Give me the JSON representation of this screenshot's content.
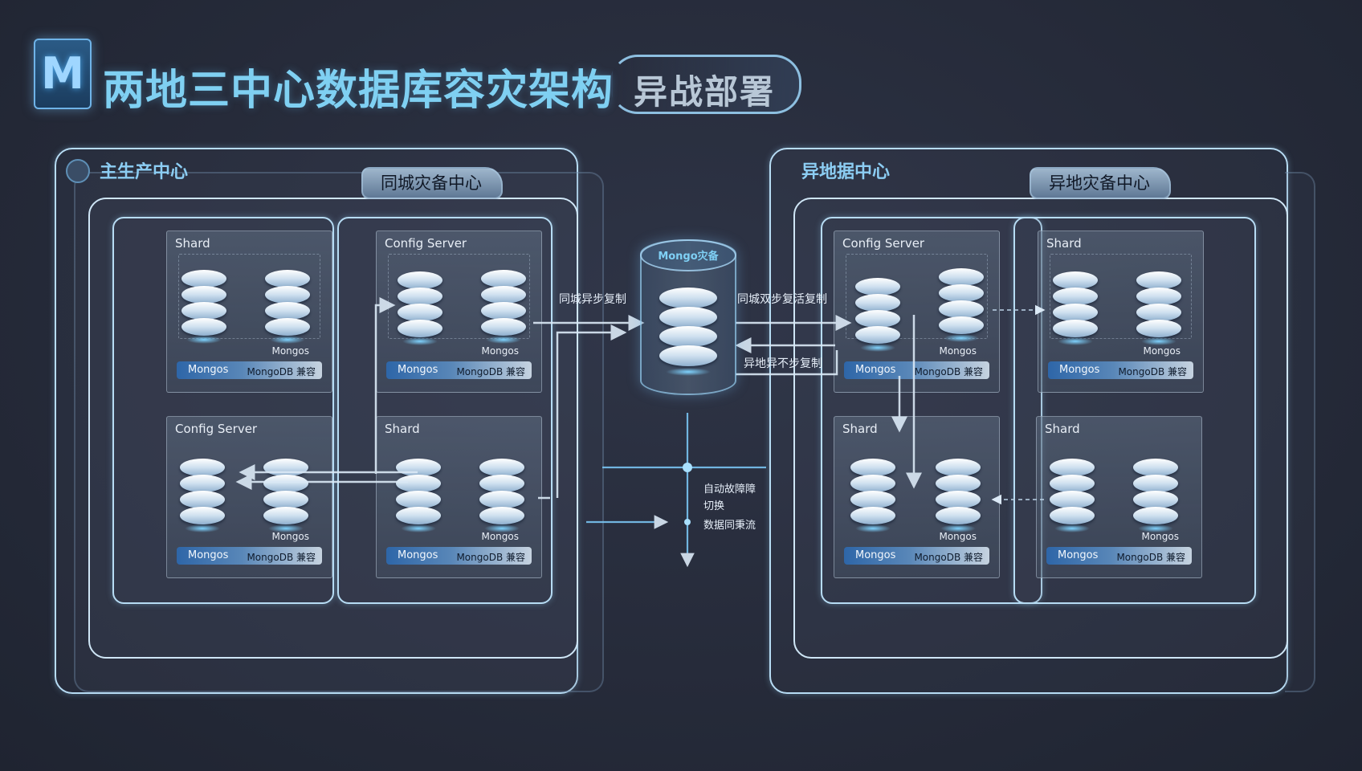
{
  "header": {
    "logo_letter": "M",
    "title": "两地三中心数据库容灾架构",
    "tag": "异战部署"
  },
  "left_site": {
    "label": "主生产中心",
    "tab": "同城灾备中心",
    "cards": [
      {
        "title": "Shard",
        "mongos": "Mongos",
        "bar_left": "Mongos",
        "bar_right": "MongoDB 兼容"
      },
      {
        "title": "Config Server",
        "mongos": "Mongos",
        "bar_left": "Mongos",
        "bar_right": "MongoDB 兼容"
      },
      {
        "title": "Config Server",
        "mongos": "Mongos",
        "bar_left": "Mongos",
        "bar_right": "MongoDB 兼容"
      },
      {
        "title": "Shard",
        "mongos": "Mongos",
        "bar_left": "Mongos",
        "bar_right": "MongoDB 兼容"
      }
    ]
  },
  "right_site": {
    "label": "异地据中心",
    "tab": "异地灾备中心",
    "cards": [
      {
        "title": "Config Server",
        "mongos": "Mongos",
        "bar_left": "Mongos",
        "bar_right": "MongoDB 兼容"
      },
      {
        "title": "Shard",
        "mongos": "Mongos",
        "bar_left": "Mongos",
        "bar_right": "MongoDB 兼容"
      },
      {
        "title": "Shard",
        "mongos": "Mongos",
        "bar_left": "Mongos",
        "bar_right": "MongoDB 兼容"
      },
      {
        "title": "Shard",
        "mongos": "Mongos",
        "bar_left": "Mongos",
        "bar_right": "MongoDB 兼容"
      }
    ]
  },
  "center": {
    "db_label": "Mongo灾备",
    "flows": {
      "left_top": "同城异步复制",
      "right_top": "同城双步复活复制",
      "right_bottom": "异地异不步复制"
    },
    "notes": {
      "failover_line1": "自动故障障",
      "failover_line2": "切换",
      "consistency": "数据同秉流"
    }
  },
  "colors": {
    "accent": "#7fd0f2",
    "panel_border": "#b7dcf4",
    "background": "#262b3a"
  }
}
